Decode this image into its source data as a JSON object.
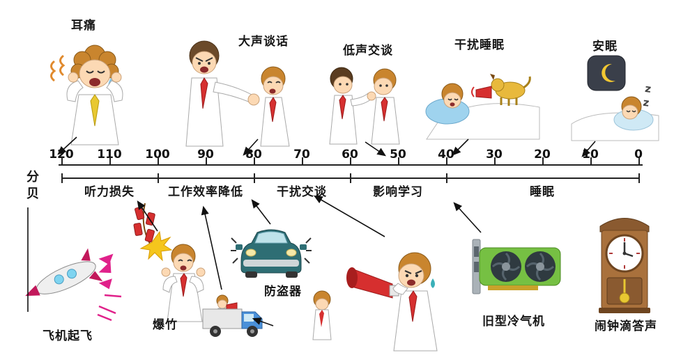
{
  "axis": {
    "unit_label": "分贝",
    "ticks": [
      "120",
      "110",
      "100",
      "90",
      "80",
      "70",
      "60",
      "50",
      "40",
      "30",
      "20",
      "10",
      "0"
    ]
  },
  "top_labels": {
    "ear_pain": "耳痛",
    "loud_talk": "大声谈话",
    "whisper": "低声交谈",
    "disturb_sleep": "干扰睡眠",
    "sound_sleep": "安眠"
  },
  "segments": {
    "hearing_loss": "听力损失",
    "work_efficiency": "工作效率降低",
    "interfere_talk": "干扰交谈",
    "affect_study": "影响学习",
    "sleep": "睡眠"
  },
  "bottom_labels": {
    "plane_takeoff": "飞机起飞",
    "firecracker": "爆竹",
    "car_alarm": "防盗器",
    "old_aircon": "旧型冷气机",
    "clock_tick": "闹钟滴答声"
  },
  "misc": {
    "sleep_z": "z z"
  },
  "colors": {
    "axis_ink": "#1a1a1a",
    "hair_orange": "#c9852e",
    "tie_red": "#d63030",
    "tie_yellow": "#e8c832",
    "megaphone_red": "#d62f2f",
    "pillow_blue": "#9fd3ee",
    "rocket_magenta": "#e0218a",
    "car_teal": "#2e6e74",
    "gpu_green": "#76c043",
    "clock_brown": "#a9713c"
  }
}
